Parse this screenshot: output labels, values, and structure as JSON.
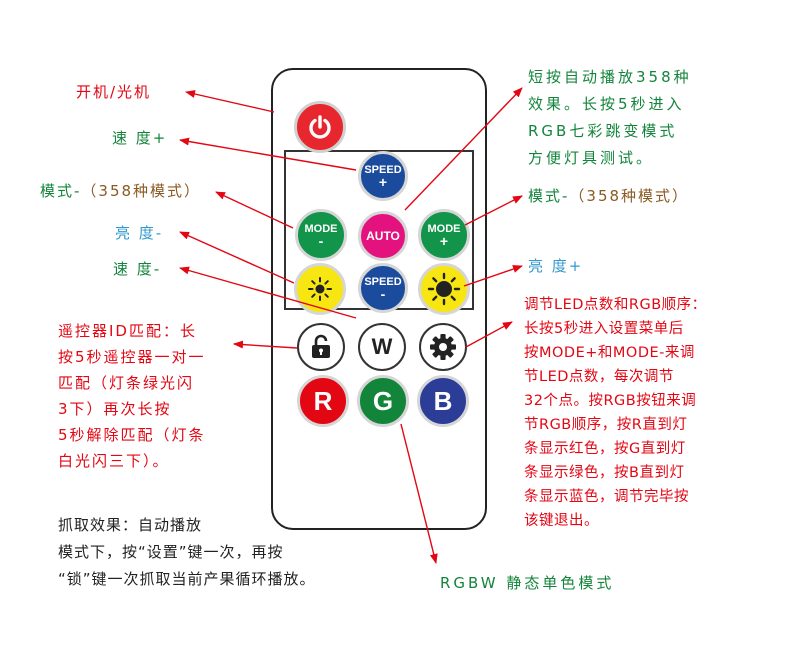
{
  "colors": {
    "red": "#e30613",
    "green": "#13853b",
    "teal": "#3399cc",
    "brown": "#8a5a22",
    "dark": "#222222",
    "power": "#e8262d",
    "speed_blue": "#1b4b9c",
    "mode_green": "#12954a",
    "auto_magenta": "#e4127f",
    "bright_yellow": "#f7e612",
    "rgb_blue": "#2c3d98"
  },
  "buttons": {
    "power_icon": "power-icon",
    "speed_up": {
      "top": "SPEED",
      "sign": "+"
    },
    "speed_down": {
      "top": "SPEED",
      "sign": "-"
    },
    "mode_minus": {
      "top": "MODE",
      "sign": "-"
    },
    "mode_plus": {
      "top": "MODE",
      "sign": "+"
    },
    "auto": "AUTO",
    "bright_minus_icon": "sun-small-icon",
    "bright_plus_icon": "sun-large-icon",
    "lock_icon": "lock-icon",
    "w": "W",
    "gear_icon": "gear-icon",
    "r": "R",
    "g": "G",
    "b": "B"
  },
  "annotations": {
    "power": "开机/光机",
    "speed_up": "速 度+",
    "mode_minus_label": "模式-",
    "mode_minus_paren": "（358种模式）",
    "bright_minus": "亮 度-",
    "speed_down": "速 度-",
    "pair": "遥控器ID匹配：长\n按5秒遥控器一对一\n匹配（灯条绿光闪\n3下）再次长按\n5秒解除匹配（灯条\n白光闪三下）。",
    "capture": "抓取效果：自动播放\n模式下，按“设置”键一次，再按\n“锁”键一次抓取当前产果循环播放。",
    "auto": "短按自动播放358种\n效果。长按5秒进入\nRGB七彩跳变模式\n方便灯具测试。",
    "mode_plus_label": "模式-",
    "mode_plus_paren": "（358种模式）",
    "bright_plus": "亮 度+",
    "gear": "调节LED点数和RGB顺序：\n长按5秒进入设置菜单后\n按MODE+和MODE-来调\n节LED点数，每次调节\n32个点。按RGB按钮来调\n节RGB顺序，按R直到灯\n条显示红色，按G直到灯\n条显示绿色，按B直到灯\n条显示蓝色，调节完毕按\n该键退出。",
    "rgbw": "RGBW 静态单色模式"
  }
}
